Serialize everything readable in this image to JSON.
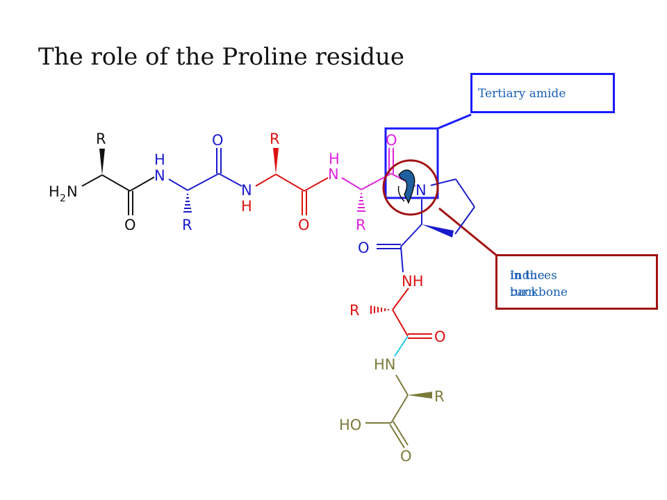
{
  "title": "The role of the Proline residue",
  "callouts": {
    "tertiary_amide": "Tertiary amide",
    "induces_turn_line1": "Induces turn",
    "induces_turn_line2": "in the backbone"
  },
  "atoms": {
    "h2n_H": "H",
    "h2n_2": "2",
    "h2n_N": "N",
    "r1": "R",
    "o1": "O",
    "nh1_H": "H",
    "nh1_N": "N",
    "r2": "R",
    "o2": "O",
    "nh2_N": "N",
    "nh2_H": "H",
    "r3": "R",
    "o3": "O",
    "nh3_H": "H",
    "nh3_N": "N",
    "r4": "R",
    "o4": "O",
    "pro_N": "N",
    "o5": "O",
    "nh4": "NH",
    "r5": "R",
    "o6": "O",
    "hn5": "HN",
    "r6": "R",
    "ho": "HO",
    "o7": "O"
  },
  "colors": {
    "residue1": "#111111",
    "residue2": "#1a1acc",
    "residue3": "#dd1111",
    "residue4": "#dd22dd",
    "proline": "#1a1acc",
    "residue6": "#dd1111",
    "link": "#22ccee",
    "residue7": "#7a7a3a",
    "tertiary_box": "#1a1aff",
    "turn_circle": "#a01111",
    "arrow": "#1f5f9f"
  }
}
